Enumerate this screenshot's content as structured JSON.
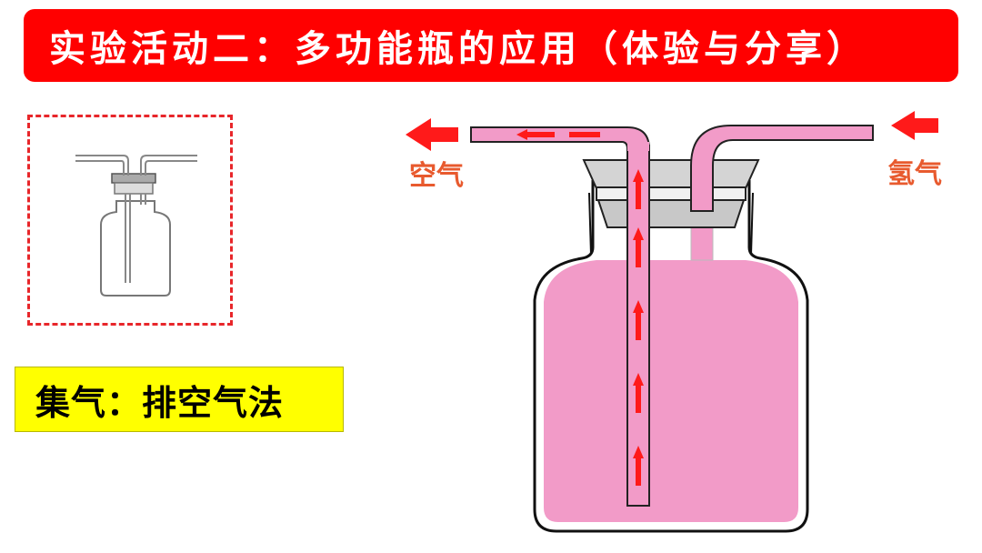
{
  "title": "实验活动二：多功能瓶的应用（体验与分享）",
  "method_label": "集气：排空气法",
  "outlet_gas_label": "空气",
  "inlet_gas_label": "氢气",
  "colors": {
    "title_background": "#ff0000",
    "method_background": "#ffff00",
    "bottle_fill": "#f29bc8",
    "arrow": "#ff1a1a",
    "label_text": "#e85a2e"
  }
}
